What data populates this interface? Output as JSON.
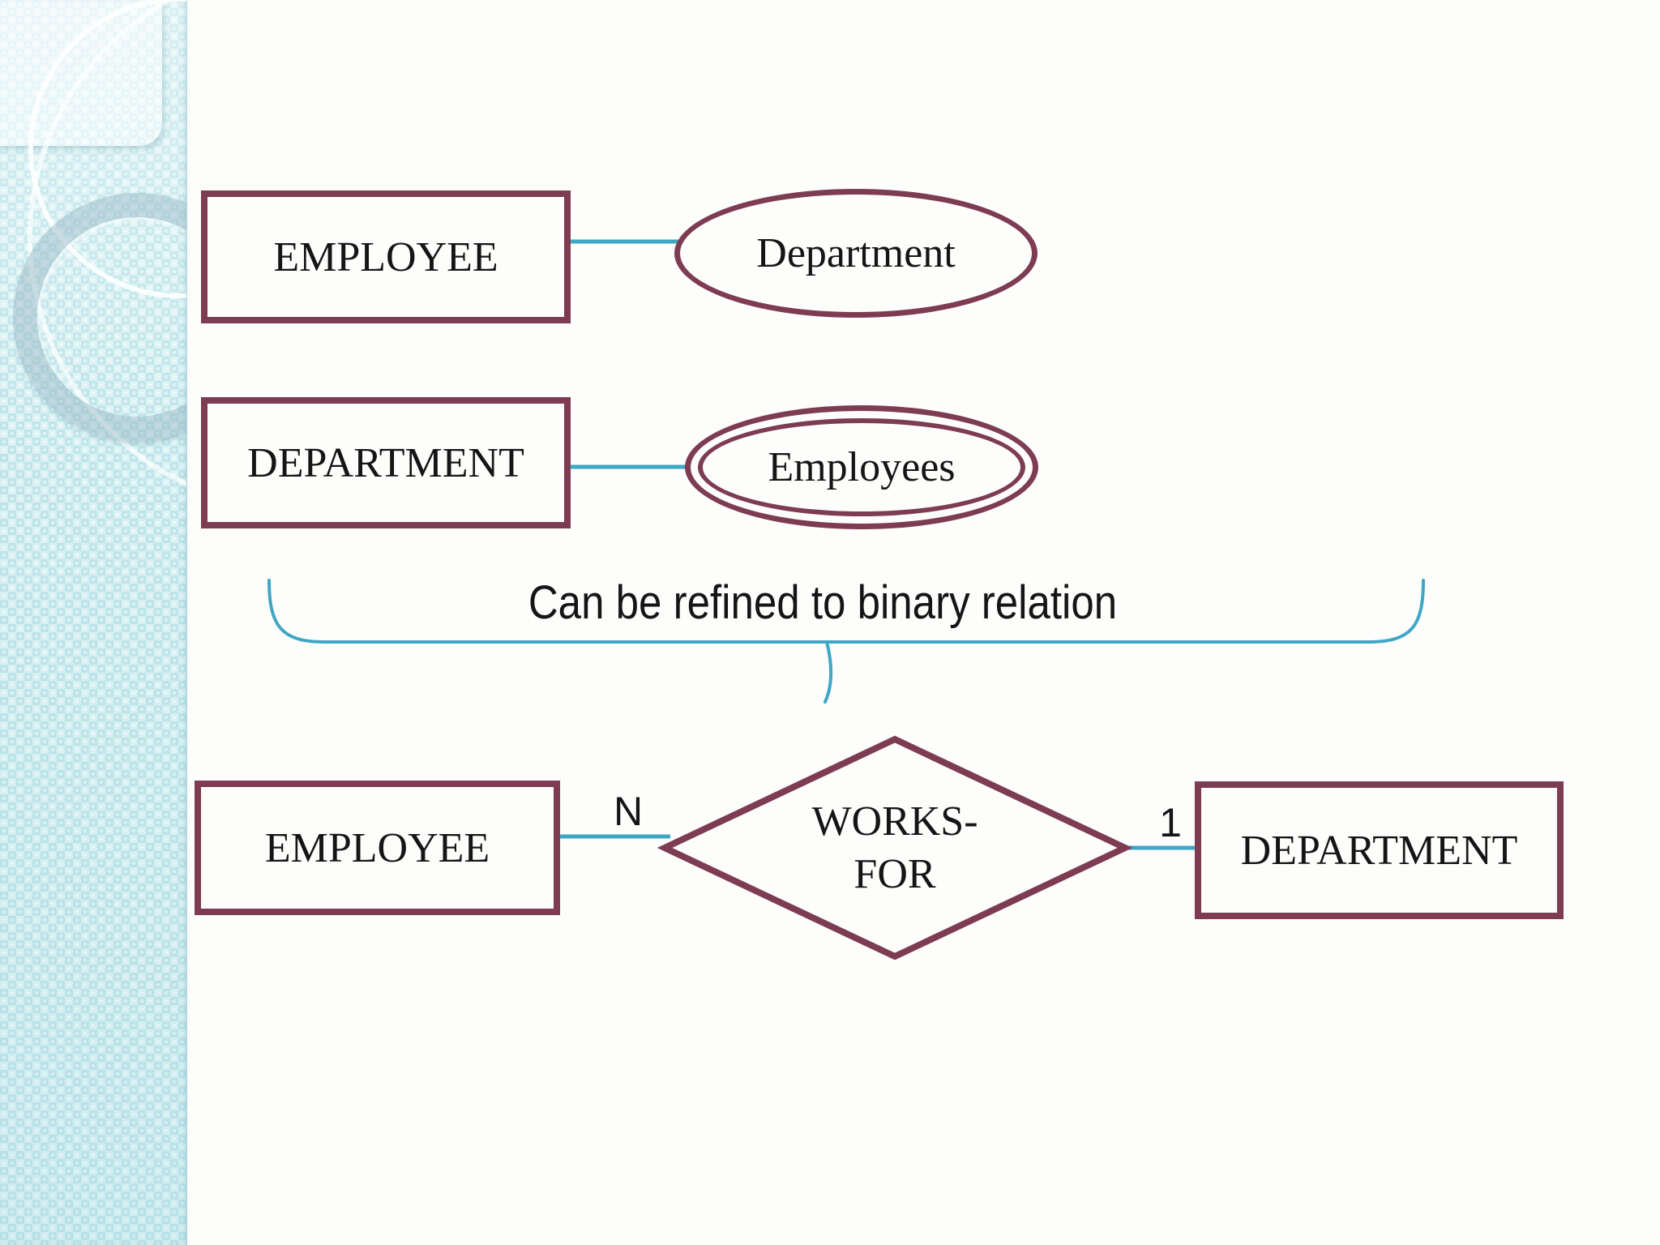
{
  "colors": {
    "shape_border": "#7d3c52",
    "connector": "#3fa7c5",
    "text": "#151515",
    "sidebar_base": "#cdecef",
    "page_background": "#fdfdfb"
  },
  "top_diagram": {
    "employee_entity": "EMPLOYEE",
    "department_attribute": "Department",
    "department_entity": "DEPARTMENT",
    "employees_attribute": "Employees"
  },
  "annotation": {
    "text": "Can be refined to binary relation"
  },
  "bottom_diagram": {
    "employee_entity": "EMPLOYEE",
    "relationship_line1": "WORKS-",
    "relationship_line2": "FOR",
    "employee_cardinality": "N",
    "department_cardinality": "1",
    "department_entity": "DEPARTMENT"
  }
}
